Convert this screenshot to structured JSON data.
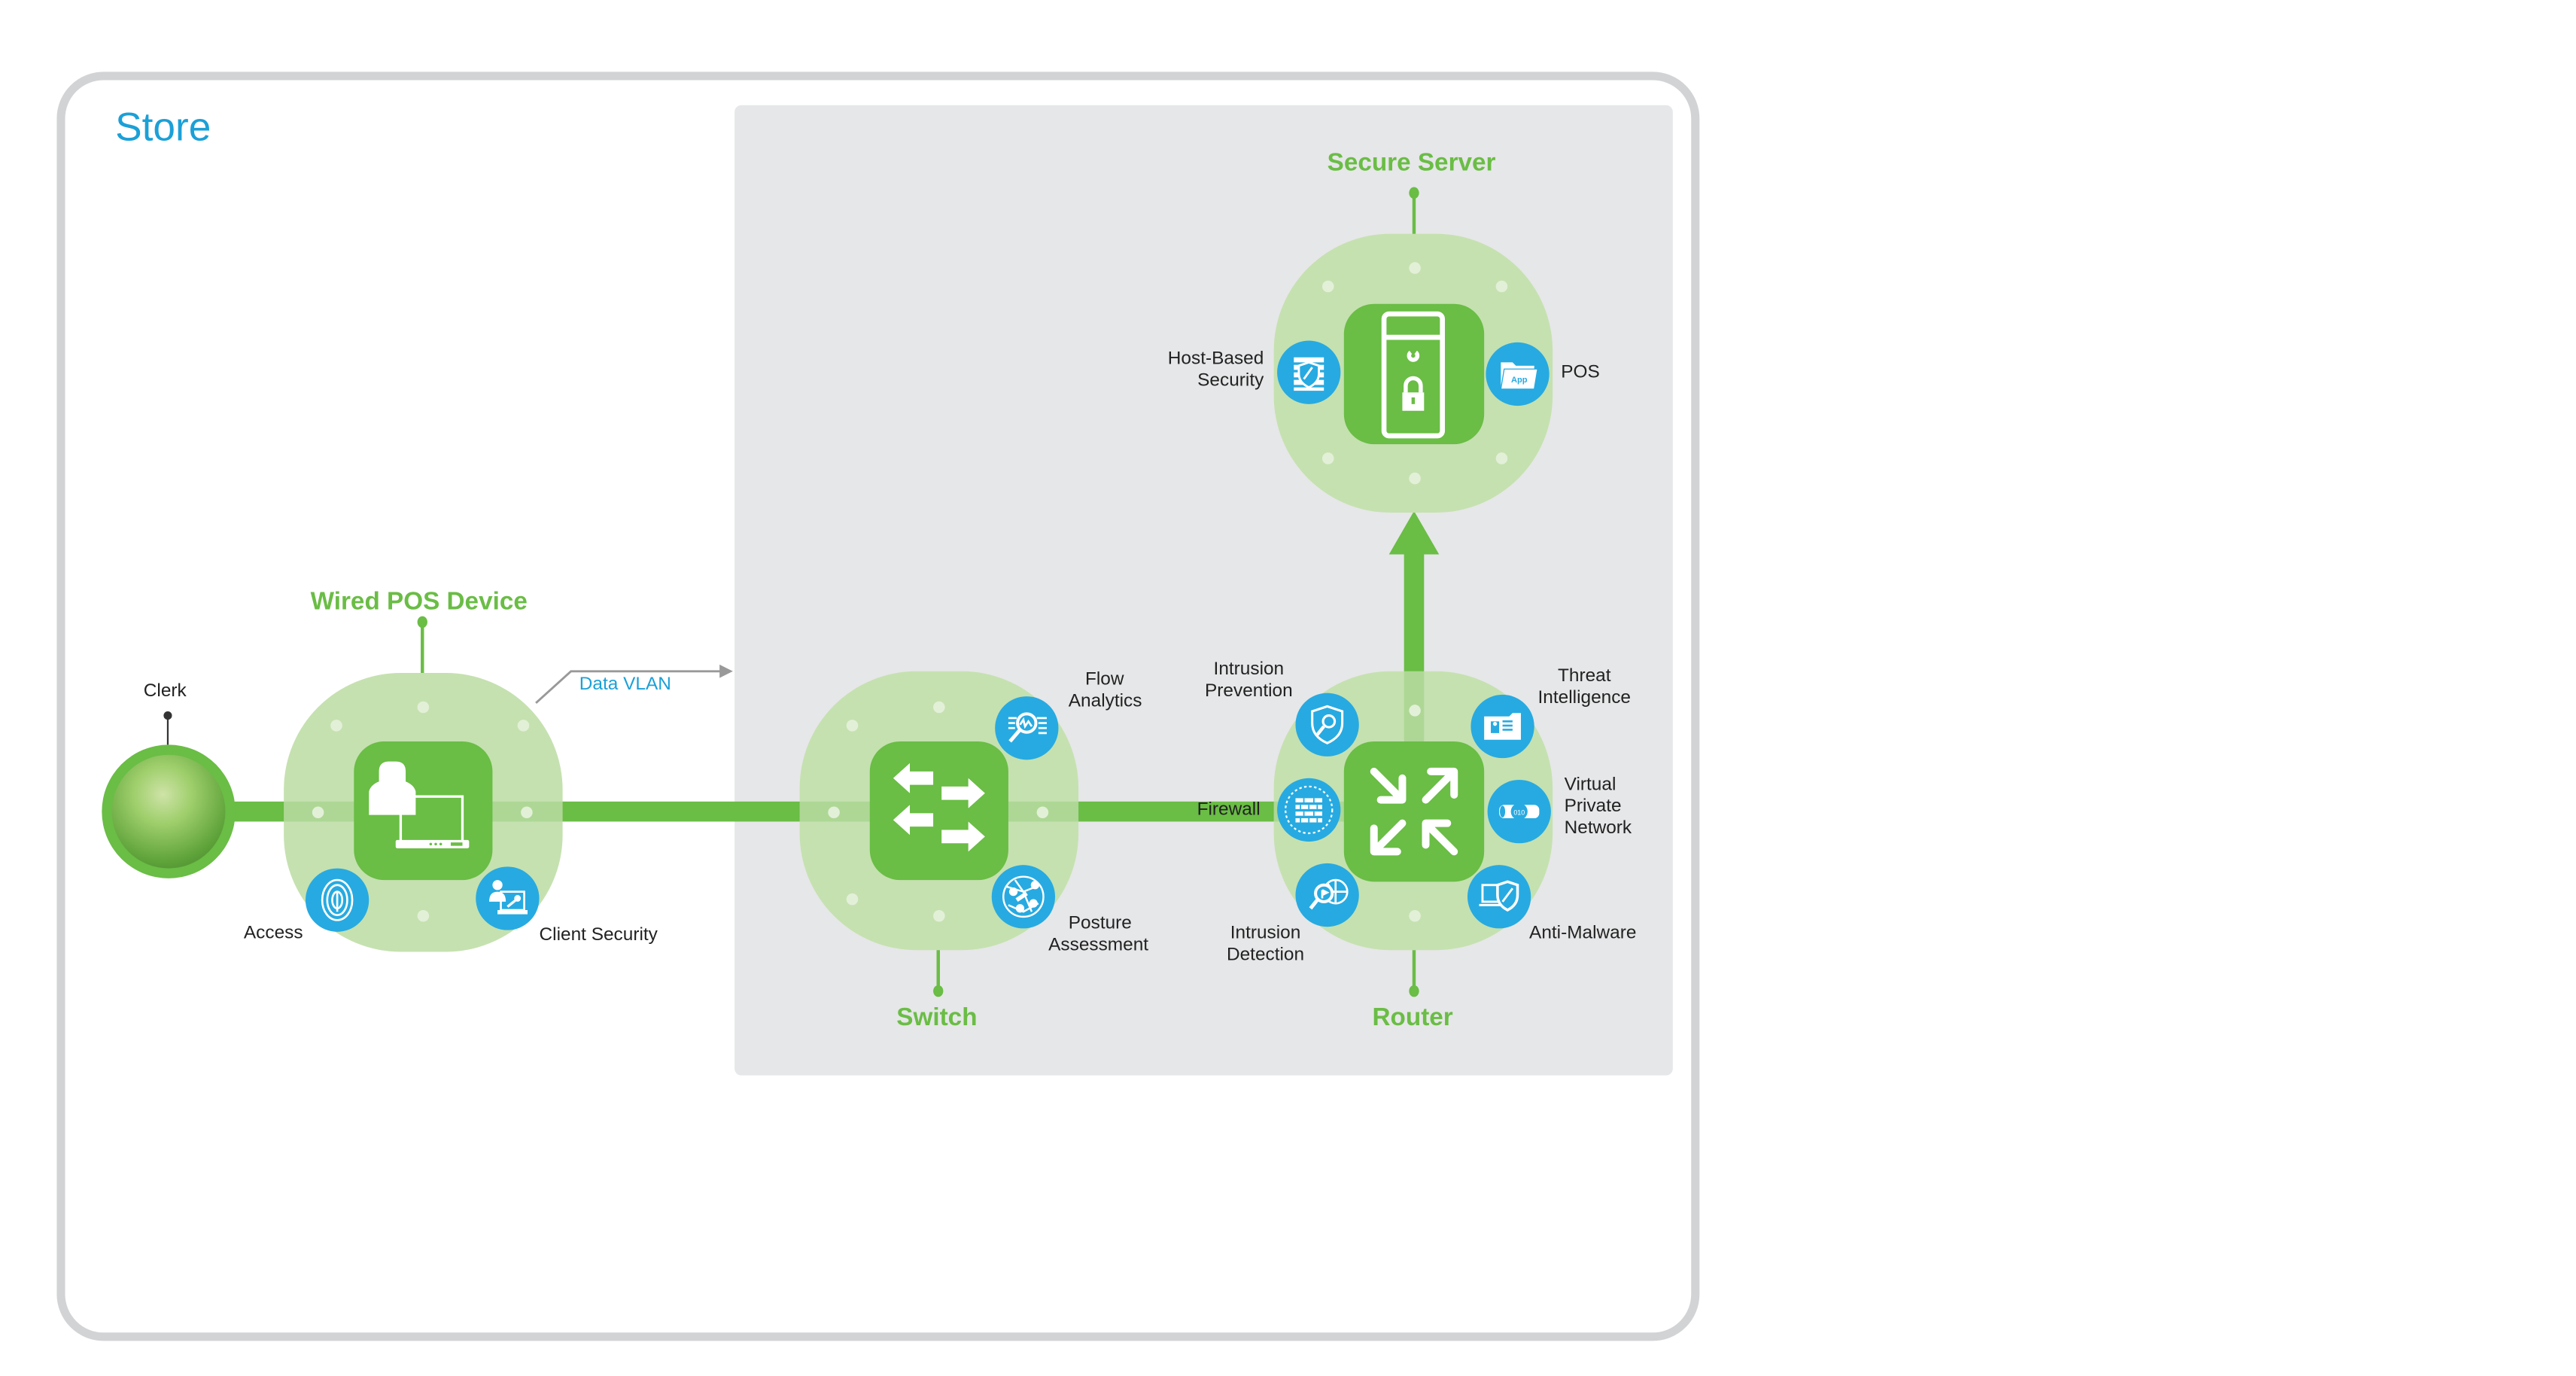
{
  "store": {
    "title": "Store"
  },
  "clerk": {
    "label": "Clerk"
  },
  "wired_pos": {
    "title": "Wired POS Device",
    "capabilities": [
      {
        "label": "Access",
        "icon": "fingerprint-icon"
      },
      {
        "label": "Client Security",
        "icon": "user-laptop-key-icon"
      }
    ],
    "vlan_label": "Data VLAN"
  },
  "switch": {
    "title": "Switch",
    "capabilities": [
      {
        "label_lines": [
          "Flow",
          "Analytics"
        ],
        "icon": "flow-analytics-icon"
      },
      {
        "label_lines": [
          "Posture",
          "Assessment"
        ],
        "icon": "posture-assessment-icon"
      }
    ]
  },
  "router": {
    "title": "Router",
    "capabilities": [
      {
        "label_lines": [
          "Intrusion",
          "Prevention"
        ],
        "icon": "shield-search-icon"
      },
      {
        "label_lines": [
          "Firewall"
        ],
        "icon": "firewall-icon"
      },
      {
        "label_lines": [
          "Intrusion",
          "Detection"
        ],
        "icon": "intrusion-detection-icon"
      },
      {
        "label_lines": [
          "Threat",
          "Intelligence"
        ],
        "icon": "threat-intelligence-icon"
      },
      {
        "label_lines": [
          "Virtual",
          "Private",
          "Network"
        ],
        "icon": "vpn-tunnel-icon"
      },
      {
        "label_lines": [
          "Anti-Malware"
        ],
        "icon": "anti-malware-icon"
      }
    ]
  },
  "secure_server": {
    "title": "Secure Server",
    "capabilities": [
      {
        "label_lines": [
          "Host-Based",
          "Security"
        ],
        "icon": "host-firewall-icon"
      },
      {
        "label_lines": [
          "POS"
        ],
        "icon": "app-folder-icon",
        "icon_text": "App"
      }
    ]
  },
  "colors": {
    "green": "#6abd45",
    "light_green": "#c5e1b0",
    "blue": "#27aae1",
    "gray_panel": "#e6e7e8",
    "store_border": "#d2d3d5",
    "title_blue": "#1ba0d7"
  }
}
